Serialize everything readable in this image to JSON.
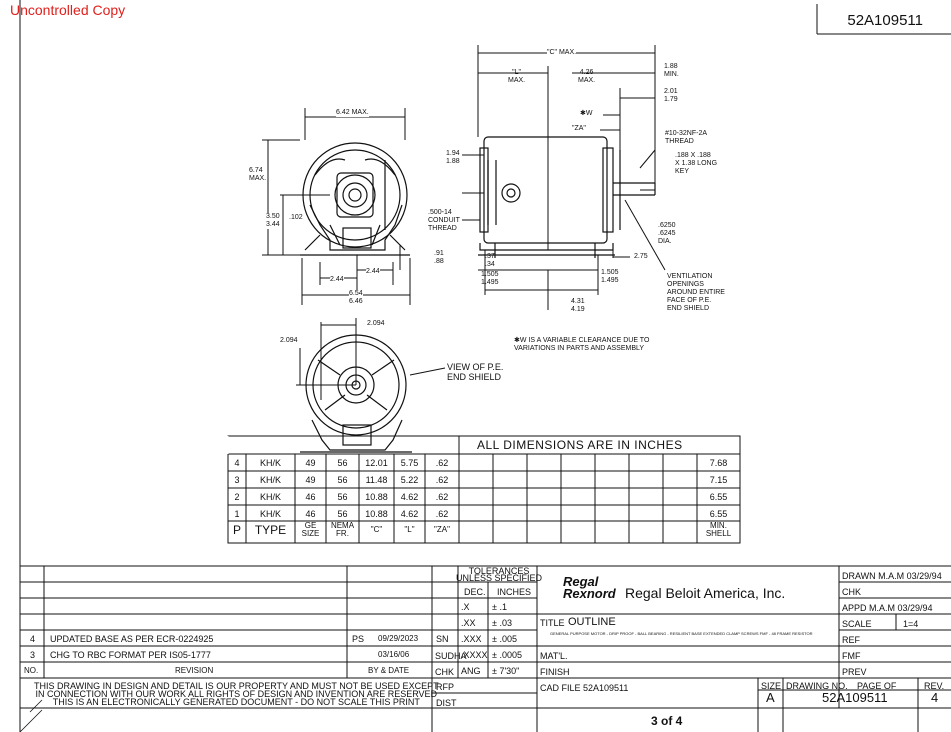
{
  "stamp": "Uncontrolled Copy",
  "drawing_number": "52A109511",
  "page_footer": "3 of 4",
  "dims": {
    "c_max": "\"C\" MAX.",
    "l_max": "\"L\"\nMAX.",
    "d426": "4.26\nMAX.",
    "d188min": "1.88\nMIN.",
    "d201": "2.01\n1.79",
    "w": "✱W",
    "za": "\"ZA\"",
    "thread": "#10-32NF-2A\nTHREAD",
    "key": ".188 X .188\nX 1.38 LONG\nKEY",
    "d194": "1.94\n1.88",
    "d642": "6.42 MAX.",
    "d674": "6.74\nMAX.",
    "d350": "3.50\n3.44",
    "d102": ".102",
    "d244a": "2.44",
    "d244b": "2.44",
    "d654": "6.54\n6.46",
    "d91": ".91\n.88",
    "conduit": ".500-14\nCONDUIT\nTHREAD",
    "d37": ".37\n.34",
    "d1505a": "1.505\n1.495",
    "d1505b": "1.505\n1.495",
    "d275": "2.75",
    "d431": "4.31\n4.19",
    "d6250": ".6250\n.6245\nDIA.",
    "vent": "VENTILATION\nOPENINGS\nAROUND ENTIRE\nFACE OF P.E.\nEND SHIELD",
    "note_w": "✱W IS A VARIABLE CLEARANCE DUE TO\nVARIATIONS IN PARTS AND ASSEMBLY",
    "d2094a": "2.094",
    "d2094b": "2.094",
    "view_pe": "VIEW OF P.E.\nEND SHIELD"
  },
  "dim_table": {
    "title": "ALL DIMENSIONS ARE IN INCHES",
    "rows": [
      {
        "p": "4",
        "type": "KH/K",
        "ge": "49",
        "nema": "56",
        "c": "12.01",
        "l": "5.75",
        "za": ".62",
        "shell": "7.68"
      },
      {
        "p": "3",
        "type": "KH/K",
        "ge": "49",
        "nema": "56",
        "c": "11.48",
        "l": "5.22",
        "za": ".62",
        "shell": "7.15"
      },
      {
        "p": "2",
        "type": "KH/K",
        "ge": "46",
        "nema": "56",
        "c": "10.88",
        "l": "4.62",
        "za": ".62",
        "shell": "6.55"
      },
      {
        "p": "1",
        "type": "KH/K",
        "ge": "46",
        "nema": "56",
        "c": "10.88",
        "l": "4.62",
        "za": ".62",
        "shell": "6.55"
      }
    ],
    "header": {
      "p": "P",
      "type": "TYPE",
      "ge": "GE\nSIZE",
      "nema": "NEMA\nFR.",
      "c": "\"C\"",
      "l": "\"L\"",
      "za": "\"ZA\"",
      "shell": "MIN.\nSHELL"
    }
  },
  "title_block": {
    "rev4": {
      "no": "4",
      "desc": "UPDATED BASE AS PER ECR-0224925",
      "by": "PS",
      "date": "09/29/2023"
    },
    "rev3": {
      "no": "3",
      "desc": "CHG TO RBC FORMAT PER IS05-1777",
      "by": "",
      "date": "03/16/06"
    },
    "hdr_no": "NO.",
    "hdr_rev": "REVISION",
    "hdr_by": "BY & DATE",
    "tolerances": "TOLERANCES\nUNLESS SPECIFIED",
    "dec": "DEC.",
    "inches": "INCHES",
    "tol_rows": [
      {
        "a": ".X",
        "b": "± .1"
      },
      {
        "a": ".XX",
        "b": "± .03"
      },
      {
        "a": ".XXX",
        "b": "± .005"
      },
      {
        "a": ".XXXX",
        "b": "± .0005"
      },
      {
        "a": "ANG",
        "b": "± 7'30\""
      }
    ],
    "sn": "SN",
    "sudha": "SUDHA",
    "chk": "CHK",
    "rfp": "RFP",
    "dist": "DIST",
    "logo_top": "Regal",
    "logo_bottom": "Rexnord",
    "company": "Regal Beloit America, Inc.",
    "title_label": "TITLE",
    "title": "OUTLINE",
    "title_sub": "GENERAL PURPOSE MOTOR - DRIP PROOF - BALL BEARING - RESILIENT BASE EXTENDED CLAMP SCREWS  FMF - 48 FRAME RESISTOR",
    "matl": "MAT'L.",
    "finish": "FINISH",
    "cad": "CAD FILE 52A109511",
    "drawn": "DRAWN  M.A.M 03/29/94",
    "chk_r": "CHK",
    "appd": "APPD    M.A.M  03/29/94",
    "scale_label": "SCALE",
    "scale": "1=4",
    "ref": "REF",
    "fmf": "FMF",
    "prev": "PREV",
    "size_label": "SIZE",
    "size": "A",
    "dwg_label": "DRAWING NO.",
    "dwg_no": "52A109511",
    "page_label": "PAGE   OF",
    "rev_label": "REV.",
    "rev": "4",
    "prop": "THIS DRAWING IN DESIGN AND DETAIL IS OUR PROPERTY AND MUST NOT BE USED EXCEPT\nIN CONNECTION WITH OUR WORK ALL RIGHTS OF DESIGN AND INVENTION ARE RESERVED\nTHIS IS AN ELECTRONICALLY GENERATED DOCUMENT - DO NOT SCALE THIS PRINT"
  }
}
